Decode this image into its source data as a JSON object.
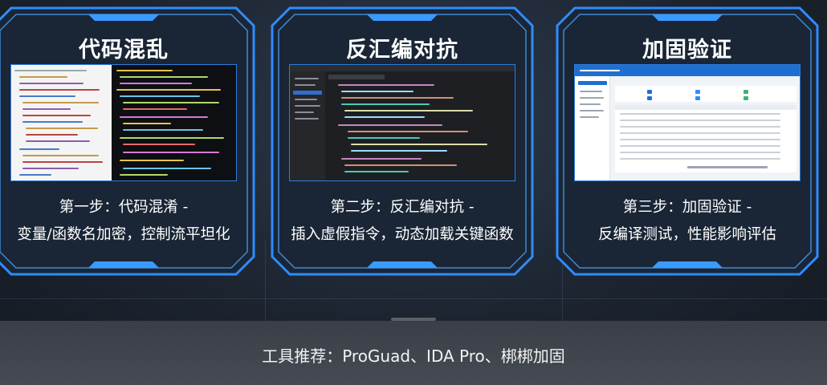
{
  "panels": [
    {
      "title": "代码混乱",
      "step_line1": "第一步：代码混淆 -",
      "step_line2": "变量/函数名加密，控制流平坦化",
      "screenshot": "obfuscated-code-editor"
    },
    {
      "title": "反汇编对抗",
      "step_line1": "第二步：反汇编对抗 -",
      "step_line2": "插入虚假指令，动态加载关键函数",
      "screenshot": "dark-ide-disassembly"
    },
    {
      "title": "加固验证",
      "step_line1": "第三步：加固验证 -",
      "step_line2": "反编译测试，性能影响评估",
      "screenshot": "admin-dashboard-table"
    }
  ],
  "footer": {
    "tools": "工具推荐：ProGuad、IDA Pro、梆梆加固"
  },
  "colors": {
    "frame_blue": "#2f8cff",
    "frame_glow": "#5fb0ff",
    "panel_fill": "#1b2738",
    "footer_bg": "#404650"
  }
}
